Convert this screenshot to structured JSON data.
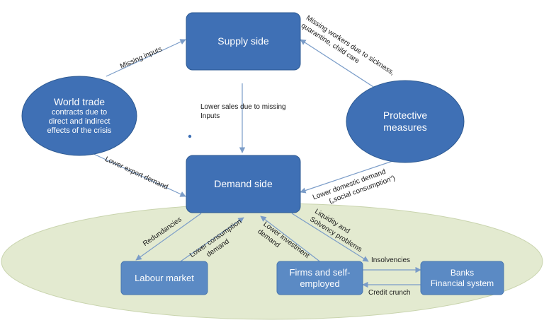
{
  "colors": {
    "node_fill": "#3F70B5",
    "node_stroke": "#2E5A92",
    "small_node_fill": "#5B8AC4",
    "arrow": "#7A9CC8",
    "ellipse_fill": "#E3EAD0",
    "ellipse_stroke": "#C9D4AE",
    "label_text": "#1a1a1a"
  },
  "nodes": {
    "supply_side": "Supply side",
    "demand_side": "Demand side",
    "world_trade": {
      "line1": "World trade",
      "line2": "contracts  due to",
      "line3": "direct and  indirect",
      "line4": "effects of the crisis"
    },
    "protective_measures": {
      "line1": "Protective",
      "line2": "measures"
    },
    "labour_market": "Labour market",
    "firms": {
      "line1": "Firms and self-",
      "line2": "employed"
    },
    "banks": {
      "line1": "Banks",
      "line2": "Financial system"
    }
  },
  "edge_labels": {
    "missing_inputs": "Missing inputs",
    "missing_workers": {
      "line1": "Missing workers due to sickness,",
      "line2": "quarantine, child care"
    },
    "lower_sales": {
      "line1": "Lower sales due to missing",
      "line2": "Inputs"
    },
    "lower_export": "Lower export demand",
    "lower_domestic": {
      "line1": "Lower domestic demand",
      "line2": "(„social consumption“)"
    },
    "redundancies": "Redundancies",
    "lower_consumption": {
      "line1": "Lower  consumption",
      "line2": "demand"
    },
    "lower_investment": {
      "line1": "Lower investment",
      "line2": "demand"
    },
    "liquidity": {
      "line1": "Liquidity and",
      "line2": "Solvency problems"
    },
    "insolvencies": "Insolvencies",
    "credit_crunch": "Credit crunch"
  }
}
